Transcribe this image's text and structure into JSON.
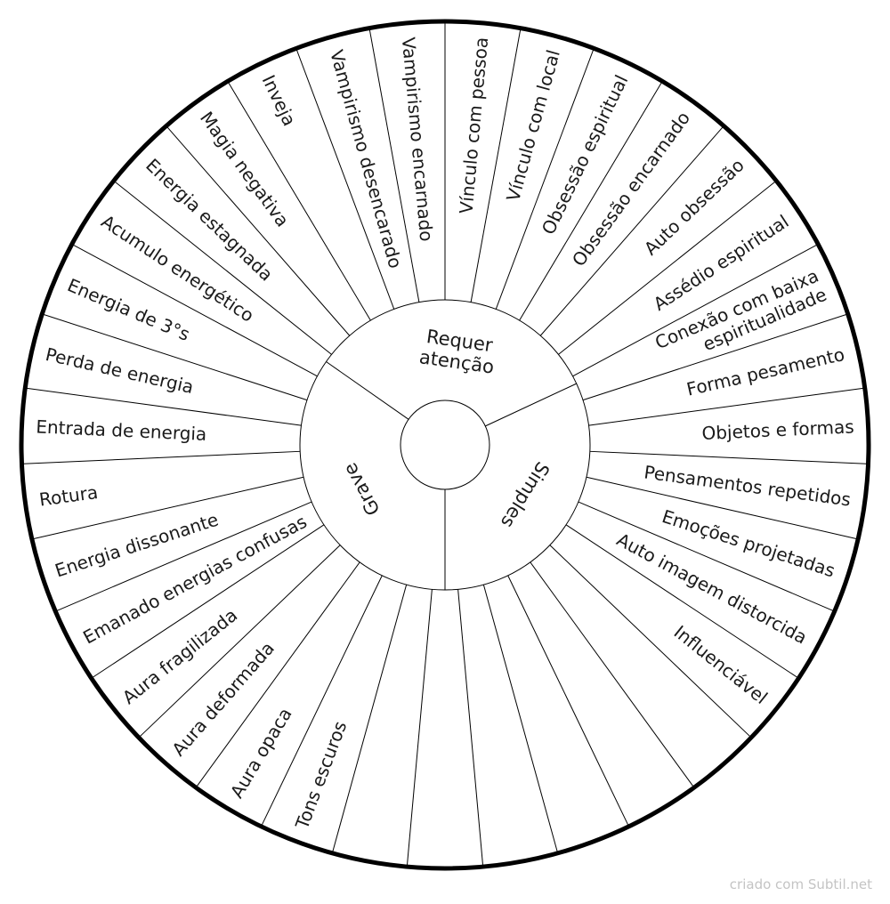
{
  "footer": {
    "credit": "criado com Subtil.net"
  },
  "colors": {
    "stroke": "#000000",
    "text": "#1a1a1a",
    "background": "#ffffff",
    "footer": "#c4c4c4"
  },
  "categories": [
    {
      "id": "requer-atencao",
      "lines": [
        "Requer",
        "atenção"
      ]
    },
    {
      "id": "simples",
      "lines": [
        "Simples"
      ]
    },
    {
      "id": "grave",
      "lines": [
        "Grave"
      ]
    }
  ],
  "segments": [
    [
      "Vínculo com pessoa"
    ],
    [
      "Vínculo com local"
    ],
    [
      "Obsessão espiritual"
    ],
    [
      "Obsessão encarnado"
    ],
    [
      "Auto obsessão"
    ],
    [
      "Assédio espiritual"
    ],
    [
      "Conexão com baixa",
      "espiritualidade"
    ],
    [
      "Forma pesamento"
    ],
    [
      "Objetos e formas"
    ],
    [
      "Pensamentos repetidos"
    ],
    [
      "Emoções projetadas"
    ],
    [
      "Auto imagem distorcida"
    ],
    [
      "Influenciável"
    ],
    [
      ""
    ],
    [
      ""
    ],
    [
      ""
    ],
    [
      ""
    ],
    [
      ""
    ],
    [
      ""
    ],
    [
      "Tons escuros"
    ],
    [
      "Aura opaca"
    ],
    [
      "Aura deformada"
    ],
    [
      "Aura fragilizada"
    ],
    [
      "Emanado energias confusas"
    ],
    [
      "Energia dissonante"
    ],
    [
      "Rotura"
    ],
    [
      "Entrada de energia"
    ],
    [
      "Perda de energia"
    ],
    [
      "Energia de 3°s"
    ],
    [
      "Acumulo energético"
    ],
    [
      "Energia estagnada"
    ],
    [
      "Magia negativa"
    ],
    [
      "Inveja"
    ],
    [
      "Vampirismo desencarado"
    ],
    [
      "Vampirismo encarnado"
    ]
  ]
}
